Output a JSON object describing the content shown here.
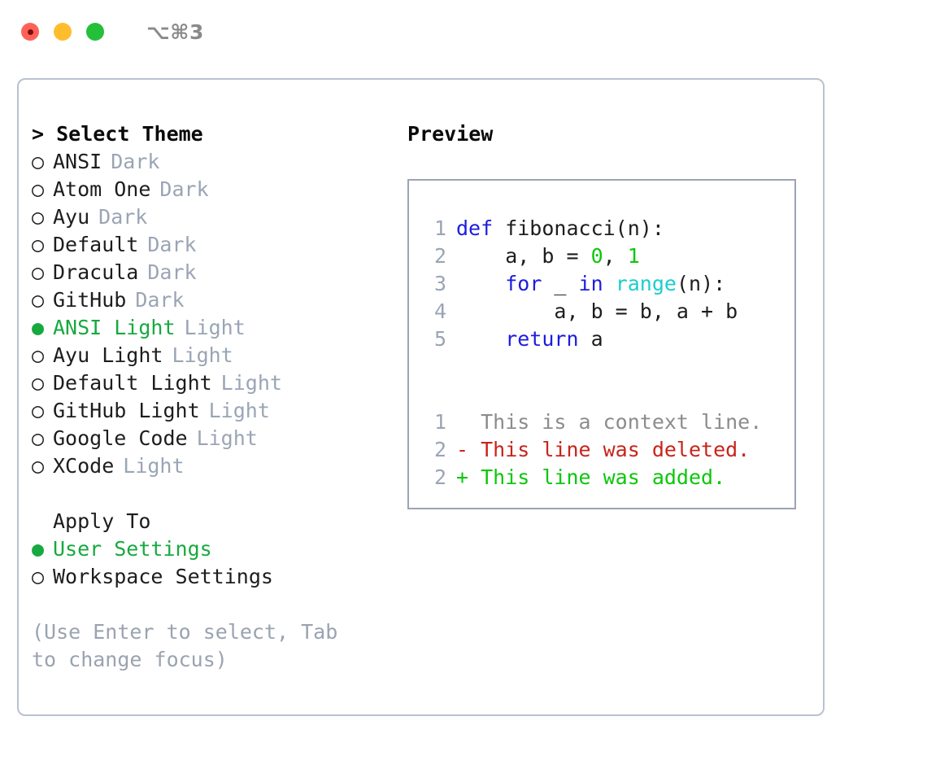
{
  "titlebar": {
    "shortcut": "⌥⌘3",
    "lights": [
      "close-red",
      "minimize-yellow",
      "maximize-green"
    ]
  },
  "left_panel": {
    "heading": "> Select Theme",
    "themes": [
      {
        "bullet": "○",
        "name": "ANSI",
        "variant": "Dark",
        "selected": false
      },
      {
        "bullet": "○",
        "name": "Atom One",
        "variant": "Dark",
        "selected": false
      },
      {
        "bullet": "○",
        "name": "Ayu",
        "variant": "Dark",
        "selected": false
      },
      {
        "bullet": "○",
        "name": "Default",
        "variant": "Dark",
        "selected": false
      },
      {
        "bullet": "○",
        "name": "Dracula",
        "variant": "Dark",
        "selected": false
      },
      {
        "bullet": "○",
        "name": "GitHub",
        "variant": "Dark",
        "selected": false
      },
      {
        "bullet": "●",
        "name": "ANSI Light",
        "variant": "Light",
        "selected": true
      },
      {
        "bullet": "○",
        "name": "Ayu Light",
        "variant": "Light",
        "selected": false
      },
      {
        "bullet": "○",
        "name": "Default Light",
        "variant": "Light",
        "selected": false
      },
      {
        "bullet": "○",
        "name": "GitHub Light",
        "variant": "Light",
        "selected": false
      },
      {
        "bullet": "○",
        "name": "Google Code",
        "variant": "Light",
        "selected": false
      },
      {
        "bullet": "○",
        "name": "XCode",
        "variant": "Light",
        "selected": false
      }
    ],
    "apply_to": {
      "heading": "Apply To",
      "options": [
        {
          "bullet": "●",
          "name": "User Settings",
          "selected": true
        },
        {
          "bullet": "○",
          "name": "Workspace Settings",
          "selected": false
        }
      ]
    },
    "hint": "(Use Enter to select, Tab to change focus)"
  },
  "right_panel": {
    "title": "Preview",
    "code_lines": [
      {
        "ln": "1",
        "tokens": [
          {
            "t": "def",
            "c": "kw"
          },
          {
            "t": " fibonacci(n):",
            "c": "code"
          }
        ]
      },
      {
        "ln": "2",
        "tokens": [
          {
            "t": "    a, b = ",
            "c": "code"
          },
          {
            "t": "0",
            "c": "num"
          },
          {
            "t": ", ",
            "c": "code"
          },
          {
            "t": "1",
            "c": "num"
          }
        ]
      },
      {
        "ln": "3",
        "tokens": [
          {
            "t": "    ",
            "c": "code"
          },
          {
            "t": "for",
            "c": "kw"
          },
          {
            "t": " _ ",
            "c": "code"
          },
          {
            "t": "in",
            "c": "kw"
          },
          {
            "t": " ",
            "c": "code"
          },
          {
            "t": "range",
            "c": "fn"
          },
          {
            "t": "(n):",
            "c": "code"
          }
        ]
      },
      {
        "ln": "4",
        "tokens": [
          {
            "t": "        a, b = b, a + b",
            "c": "code"
          }
        ]
      },
      {
        "ln": "5",
        "tokens": [
          {
            "t": "    ",
            "c": "code"
          },
          {
            "t": "return",
            "c": "kw"
          },
          {
            "t": " a",
            "c": "code"
          }
        ]
      }
    ],
    "diff_lines": [
      {
        "ln": "1",
        "marker": "  ",
        "text": "This is a context line.",
        "kind": "ctx"
      },
      {
        "ln": "2",
        "marker": "- ",
        "text": "This line was deleted.",
        "kind": "del"
      },
      {
        "ln": "2",
        "marker": "+ ",
        "text": "This line was added.",
        "kind": "add"
      }
    ]
  },
  "colors": {
    "accent_green": "#17a93f",
    "keyword_blue": "#1c1ce0",
    "function_cyan": "#1ccdcd",
    "number_green": "#0bc70b",
    "diff_deleted_red": "#c8241a",
    "diff_added_green": "#0bc70b",
    "muted_gray": "#9aa5b5",
    "border_gray": "#b9c2cf",
    "light_red": "#ff6159",
    "light_yellow": "#ffbd2e",
    "light_green": "#24c03a"
  }
}
